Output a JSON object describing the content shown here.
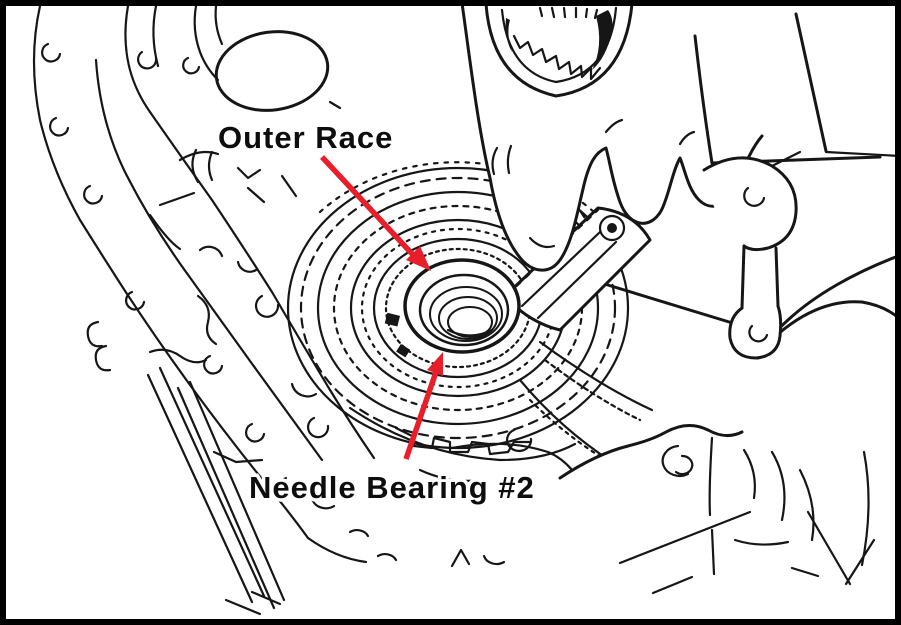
{
  "figure": {
    "type": "service-manual-line-illustration",
    "background_color": "#ffffff",
    "line_color": "#161616",
    "border_color": "#000000",
    "callouts": [
      {
        "label": "Outer Race",
        "arrow_color": "#e81f2b",
        "arrow_direction": "down-right"
      },
      {
        "label": "Needle Bearing #2",
        "arrow_color": "#e81f2b",
        "arrow_direction": "up"
      }
    ]
  }
}
